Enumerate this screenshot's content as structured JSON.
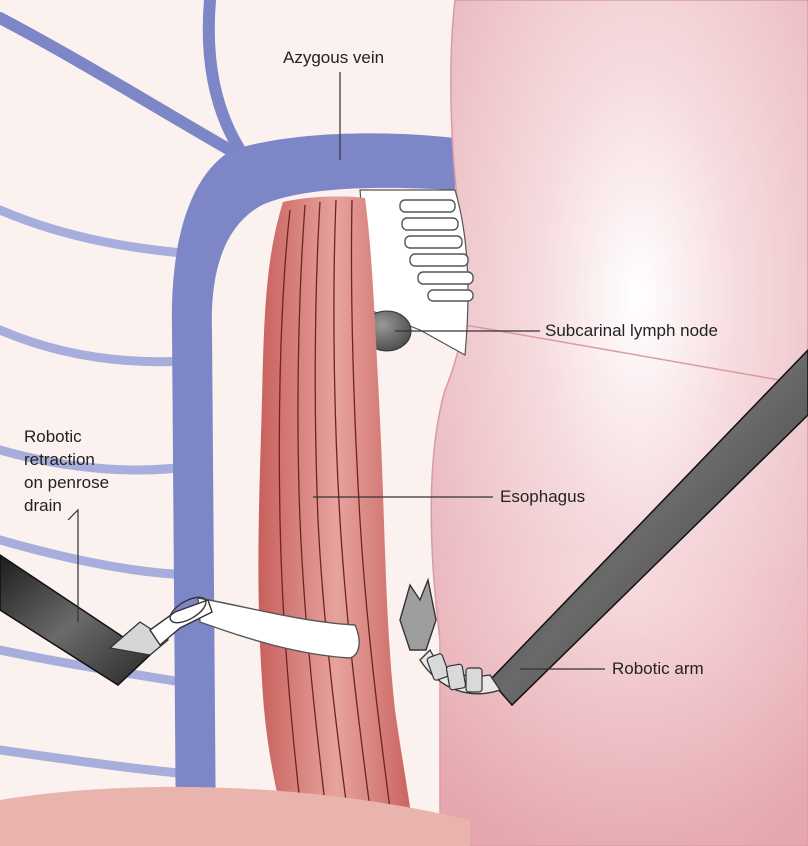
{
  "labels": {
    "azygous_vein": "Azygous vein",
    "subcarinal_lymph_node": "Subcarinal lymph node",
    "esophagus": "Esophagus",
    "robotic_arm": "Robotic arm",
    "robotic_retraction": [
      "Robotic",
      "retraction",
      "on penrose",
      "drain"
    ]
  },
  "colors": {
    "background": "#fbf1ef",
    "vein": "#7d86c6",
    "vein_light": "#a7aedb",
    "lung": "#efc4c8",
    "lung_edge": "#d99aa2",
    "esophagus": "#d9857f",
    "esophagus_stripe": "#6e2420",
    "instrument": "#3a3a3a",
    "drain": "#ffffff"
  }
}
